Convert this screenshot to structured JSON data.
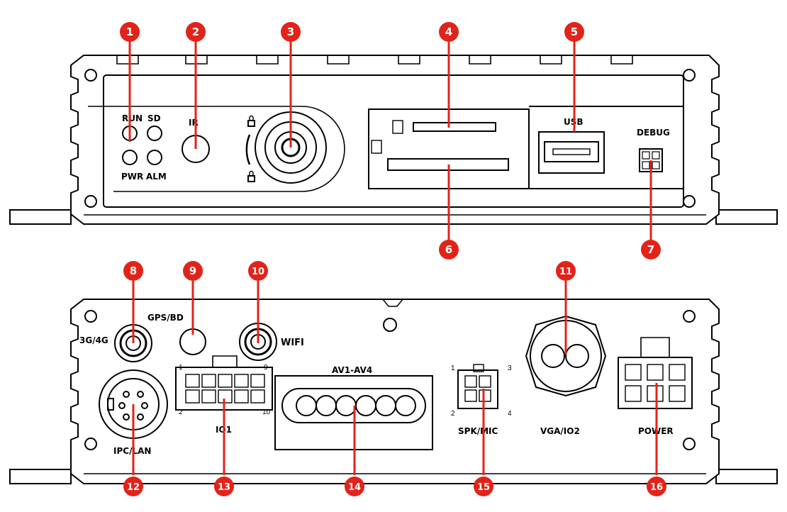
{
  "front_panel": {
    "labels": {
      "run": "RUN",
      "sd": "SD",
      "pwr": "PWR",
      "alm": "ALM",
      "ir": "IR",
      "usb": "USB",
      "debug": "DEBUG"
    }
  },
  "rear_panel": {
    "labels": {
      "antenna_3g4g": "3G/4G",
      "gps_bd": "GPS/BD",
      "wifi": "WIFI",
      "av1_av4": "AV1-AV4",
      "io1": "IO1",
      "ipc_lan": "IPC/LAN",
      "spk_mic": "SPK/MIC",
      "vga_io2": "VGA/IO2",
      "power": "POWER"
    },
    "io1_pins": {
      "p1": "1",
      "p2": "2",
      "p9": "9",
      "p10": "10"
    },
    "spk_pins": {
      "p1": "1",
      "p2": "2",
      "p3": "3",
      "p4": "4"
    }
  },
  "callouts": [
    "1",
    "2",
    "3",
    "4",
    "5",
    "6",
    "7",
    "8",
    "9",
    "10",
    "11",
    "12",
    "13",
    "14",
    "15",
    "16"
  ],
  "colors": {
    "callout": "#e2231a",
    "line": "#000000",
    "background": "#ffffff"
  }
}
